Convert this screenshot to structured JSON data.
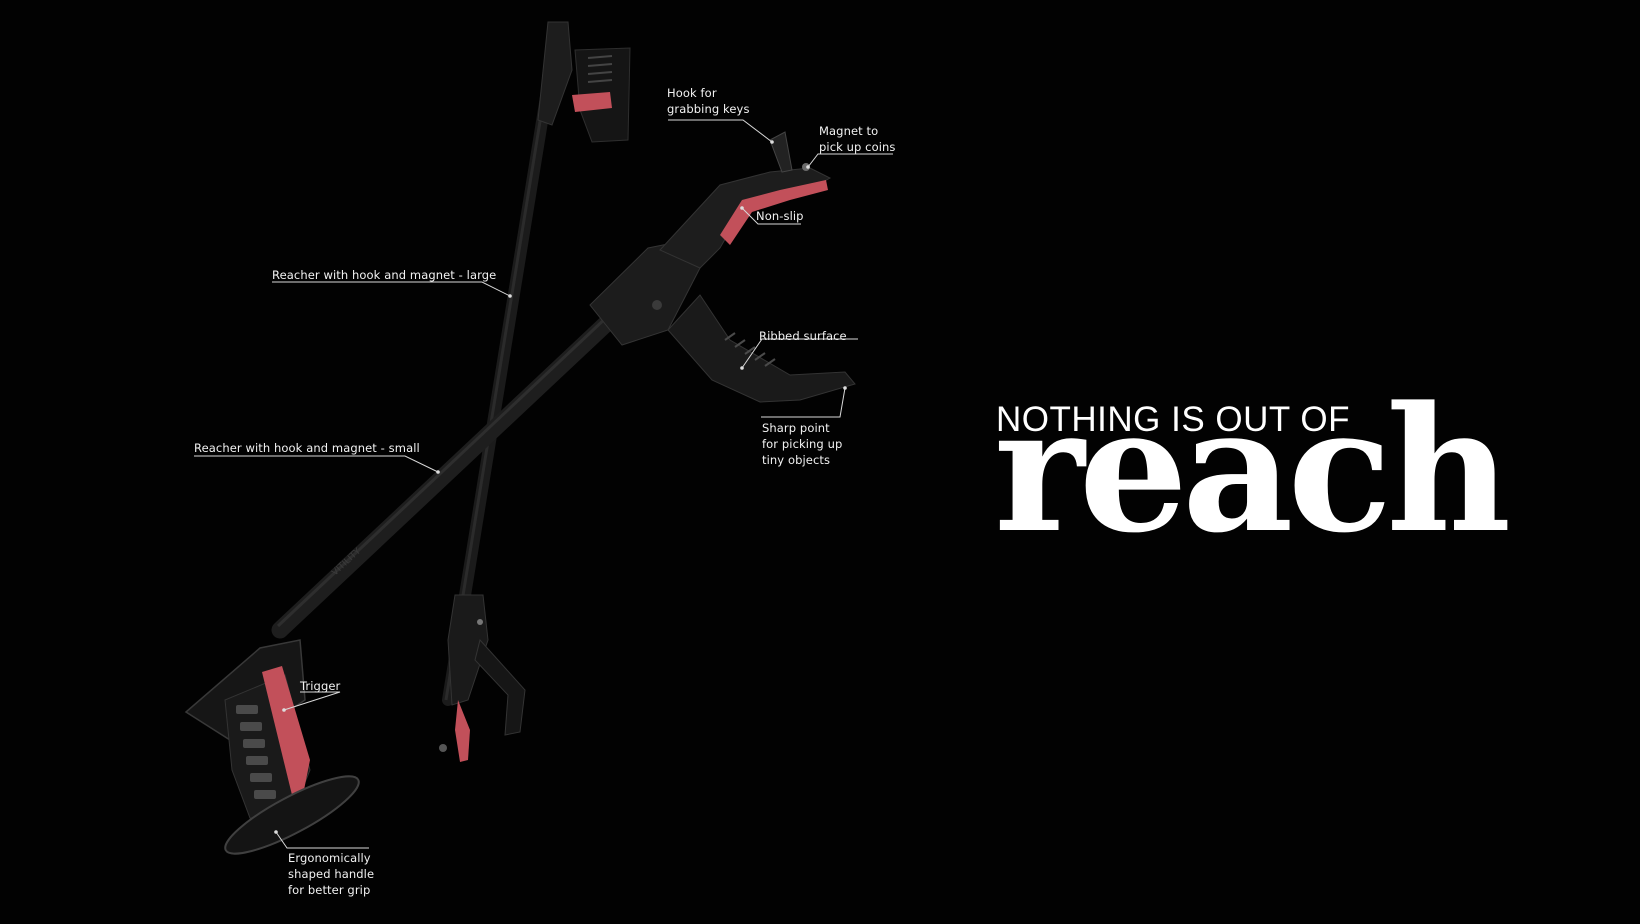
{
  "headline": {
    "top": "NOTHING IS OUT OF",
    "word": "reach"
  },
  "callouts": {
    "hook": "Hook for\ngrabbing keys",
    "magnet": "Magnet to\npick up coins",
    "nonslip": "Non-slip",
    "large": "Reacher with hook and magnet - large",
    "small": "Reacher with hook and magnet - small",
    "ribbed": "Ribbed surface",
    "sharp": "Sharp point\nfor picking up\ntiny objects",
    "trigger": "Trigger",
    "handle": "Ergonomically\nshaped handle\nfor better grip"
  },
  "brand_mark": "VITILITY",
  "colors": {
    "background": "#000000",
    "tool_body": "#1c1c1c",
    "accent_red": "#c2505a",
    "text": "#ffffff"
  }
}
